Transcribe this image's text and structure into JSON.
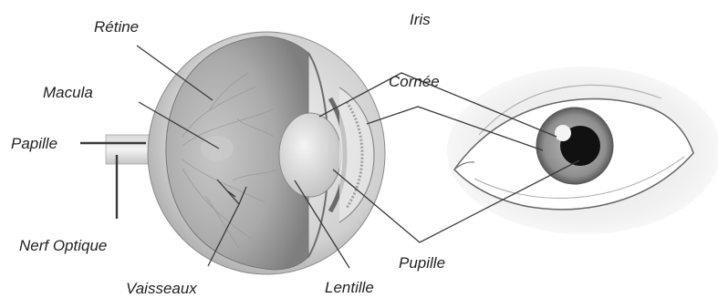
{
  "labels": {
    "retine": "Rétine",
    "macula": "Macula",
    "papille": "Papille",
    "nerf_optique": "Nerf Optique",
    "vaisseaux": "Vaisseaux",
    "lentille": "Lentille",
    "iris": "Iris",
    "cornee": "Cornée",
    "pupille": "Pupille"
  },
  "colors": {
    "label_text": "#222222",
    "leader_line": "#3a3a3a",
    "background": "#ffffff"
  }
}
